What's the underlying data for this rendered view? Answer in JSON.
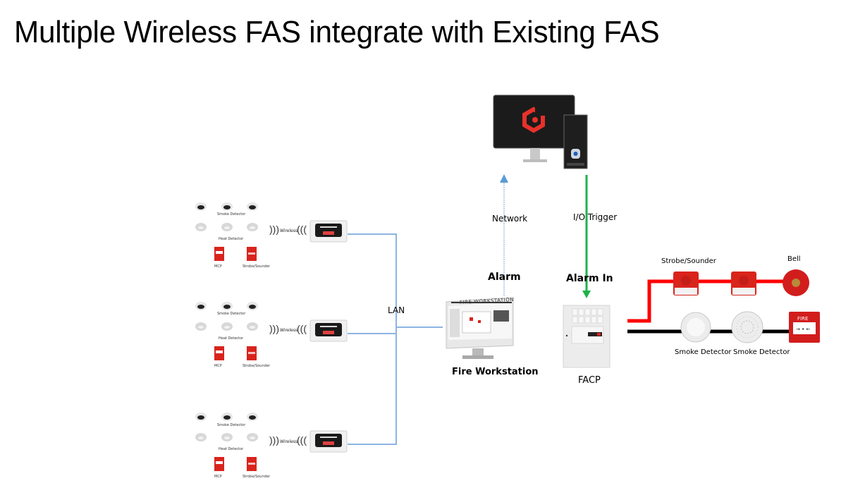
{
  "title": "Multiple Wireless FAS integrate with Existing FAS",
  "wireless_groups": [
    {
      "smoke_label": "Smoke Detector",
      "heat_label": "Heat Detector",
      "mcp_label": "MCP",
      "strobe_label": "Strobe/Sounder",
      "link_label": "Wireless"
    },
    {
      "smoke_label": "Smoke Detector",
      "heat_label": "Heat Detector",
      "mcp_label": "MCP",
      "strobe_label": "Strobe/Sounder",
      "link_label": "Wireless"
    },
    {
      "smoke_label": "Smoke Detector",
      "heat_label": "Heat Detector",
      "mcp_label": "MCP",
      "strobe_label": "Strobe/Sounder",
      "link_label": "Wireless"
    }
  ],
  "connections": {
    "lan_label": "LAN",
    "network_label": "Network",
    "io_trigger_label": "I/O Trigger",
    "alarm_label": "Alarm",
    "alarm_in_label": "Alarm In"
  },
  "nodes": {
    "workstation_label": "Fire Workstation",
    "workstation_screen_title": "FIRE WORKSTATION",
    "facp_label": "FACP"
  },
  "existing_fas": {
    "strobe_label": "Strobe/Sounder",
    "bell_label": "Bell",
    "smoke1_label": "Smoke Detector",
    "smoke2_label": "Smoke Detector",
    "mcp_text": "FIRE"
  },
  "colors": {
    "lan_line": "#8db4e2",
    "network_arrow": "#5b9bd5",
    "io_trigger": "#1fb24a",
    "sounder_loop": "#ff0000",
    "detector_loop": "#000000",
    "device_red": "#d9241c",
    "logo_red": "#e8312a"
  }
}
